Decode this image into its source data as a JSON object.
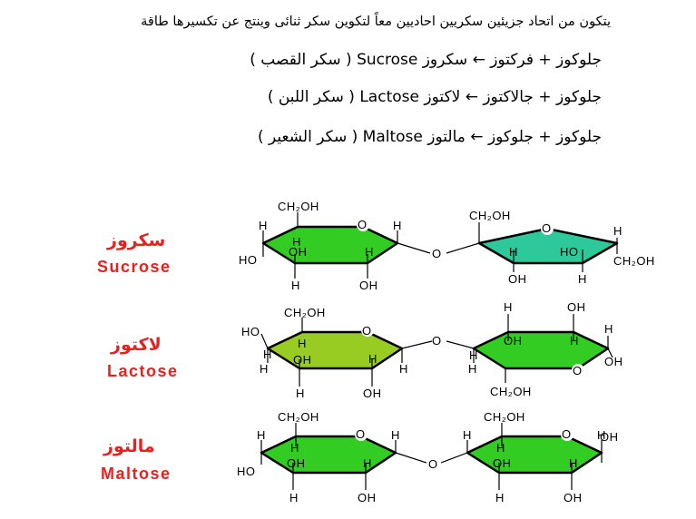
{
  "intro": "يتكون من اتحاد جزيئين سكريين احاديين معاً لتكوين سكر ثنائى وينتج عن تكسيرها طاقة",
  "equations": [
    {
      "reactants": "جلوكوز + فركتوز",
      "arrow": "←",
      "product_ar": "سكروز",
      "product_en": "Sucrose",
      "common_name": "( سكر القصب )"
    },
    {
      "reactants": "جلوكوز + جالاكتوز",
      "arrow": "←",
      "product_ar": "لاكتوز",
      "product_en": "Lactose",
      "common_name": "( سكر اللبن )"
    },
    {
      "reactants": "جلوكوز + جلوكوز",
      "arrow": "←",
      "product_ar": "مالتوز",
      "product_en": "Maltose",
      "common_name": "( سكر الشعير )"
    }
  ],
  "molecules": [
    {
      "name_ar": "سكروز",
      "name_en": "Sucrose"
    },
    {
      "name_ar": "لاكتوز",
      "name_en": "Lactose"
    },
    {
      "name_ar": "مالتوز",
      "name_en": "Maltose"
    }
  ],
  "atoms": {
    "h": "H",
    "oh": "OH",
    "ho": "HO",
    "o": "O",
    "ch2oh": "CH₂OH"
  },
  "colors": {
    "glucose": "#33cc22",
    "fructose": "#2ec99a",
    "galactose": "#99cc22",
    "label_red": "#e8201e"
  }
}
